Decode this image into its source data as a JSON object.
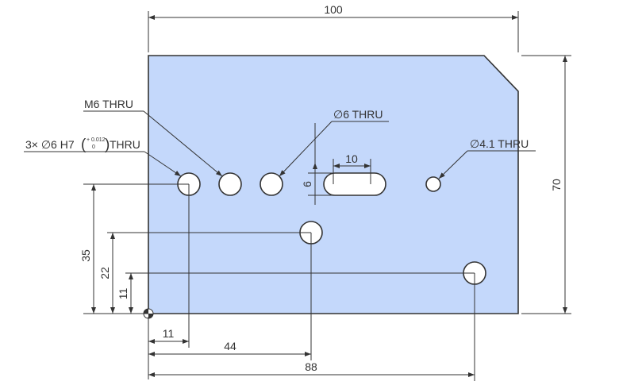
{
  "colors": {
    "plate": "#c4d8fb",
    "line": "#333333"
  },
  "dimensions": {
    "width": "100",
    "height": "70",
    "hole_y": "35",
    "hole2_y": "22",
    "hole3_y": "11",
    "hole1_x": "11",
    "hole2_x": "44",
    "hole3_x": "88",
    "slot_length": "10",
    "slot_width": "6"
  },
  "callouts": {
    "reamed_holes": "3× ∅6 H7",
    "tol_upper": "+ 0.012",
    "tol_lower": "0",
    "reamed_suffix": "THRU",
    "tapped": "M6 THRU",
    "hole6": "∅6 THRU",
    "hole41": "∅4.1 THRU"
  }
}
